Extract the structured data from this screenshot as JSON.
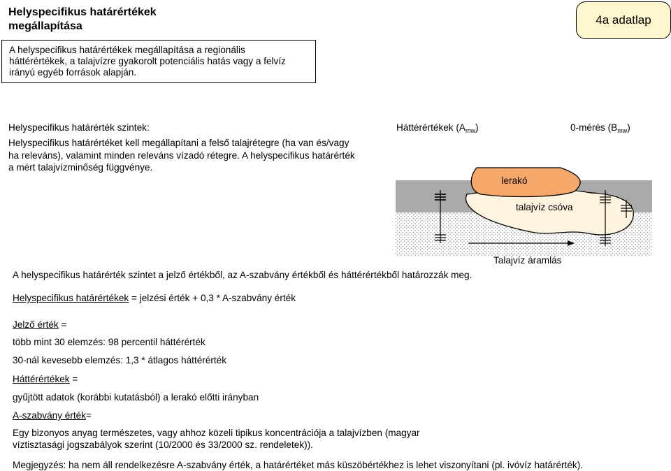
{
  "header": {
    "title_line1": "Helyspecifikus határértékek",
    "title_line2": "megállapítása",
    "tab_label": "4a adatlap"
  },
  "intro_box": {
    "line1": "A helyspecifikus határértékek megállapítása a regionális",
    "line2": "háttérértékek, a talajvízre gyakorolt potenciális hatás vagy a felvíz",
    "line3": "irányú egyéb források alapján."
  },
  "levels": {
    "heading": "Helyspecifikus határérték szintek:",
    "background_label": "Háttérértékek (A",
    "background_sub": "mw",
    "zero_label": "0-mérés (B",
    "zero_sub": "mw",
    "close_paren": ")",
    "para_line1": "Helyspecifikus határértéket kell megállapítani a felső talajrétegre (ha van és/vagy",
    "para_line2": "ha releváns), valamint minden releváns vízadó rétegre. A helyspecifikus határérték",
    "para_line3": "a mért talajvízminőség függvénye."
  },
  "diagram": {
    "landfill_label": "lerakó",
    "plume_label": "talajvíz csóva",
    "flow_label": "Talajvíz áramlás"
  },
  "body": {
    "level_sentence": "A helyspecifikus határérték szintet a jelző értékből, az A-szabvány értékből és háttérértékből határozzák meg.",
    "formula_term": "Helyspecifikus határértékek",
    "formula_rest": " = jelzési érték + 0,3 * A-szabvány érték",
    "indicator_term": "Jelző érték",
    "indicator_eq": " =",
    "indicator_line1": "több mint  30 elemzés: 98 percentil  háttérérték",
    "indicator_line2": "30-nál kevesebb elemzés: 1,3 * átlagos háttérérték",
    "background_term": "Háttérértékek",
    "background_eq": " =",
    "background_line": "gyűjtött adatok (korábbi kutatásból) a lerakó előtti irányban",
    "astandard_term": "A-szabvány érték",
    "astandard_eq": "=",
    "astandard_line1": "Egy bizonyos anyag természetes, vagy ahhoz közeli tipikus koncentrációja a talajvízben (magyar",
    "astandard_line2": "víztisztasági jogszabályok szerint (10/2000 és 33/2000 sz. rendeletek)).",
    "note": "Megjegyzés: ha nem áll rendelkezésre A-szabvány érték, a határértéket más küszöbértékhez is lehet viszonyítani (pl. ivóvíz határérték)."
  },
  "colors": {
    "tab_fill": "#fff6cf",
    "landfill_fill": "#f6a86b",
    "plume_fill": "#fdf3df",
    "hatch": "#555555",
    "dots": "#9a9a9a"
  }
}
